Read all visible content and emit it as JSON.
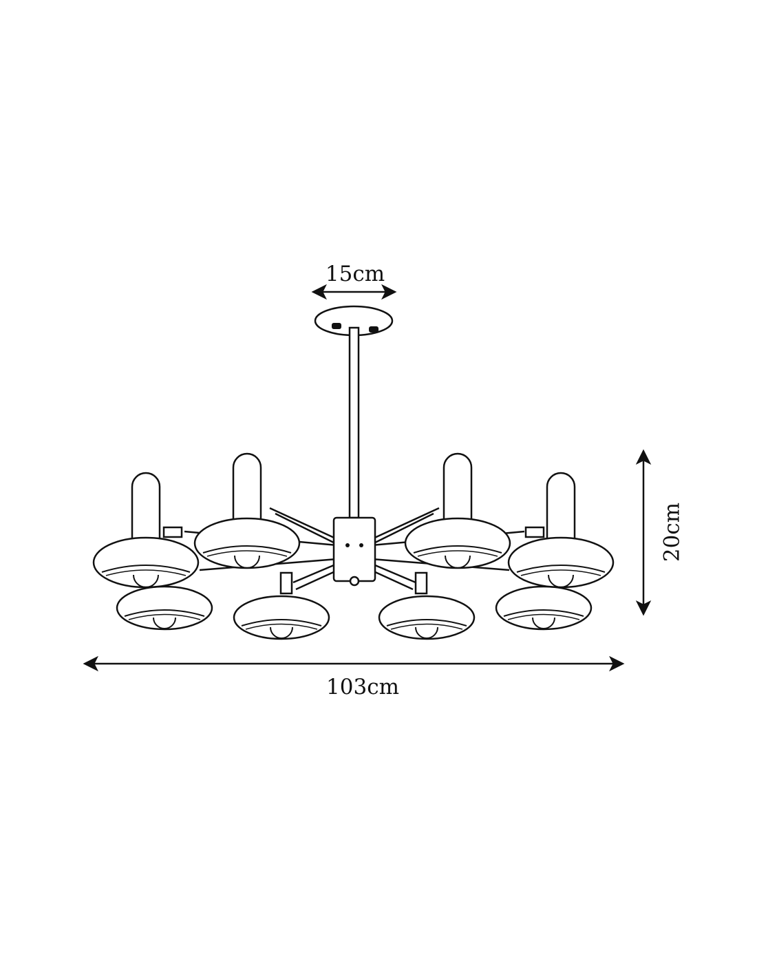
{
  "dimensions": {
    "canopy_width": "15cm",
    "height": "20cm",
    "total_width": "103cm"
  },
  "colors": {
    "line": "#111111",
    "background": "#ffffff"
  }
}
